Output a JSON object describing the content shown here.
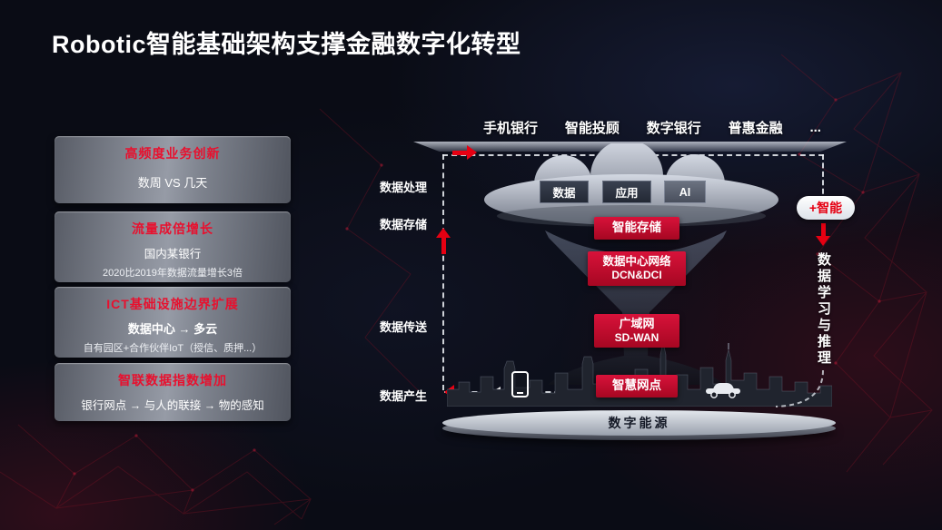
{
  "title": "Robotic智能基础架构支撑金融数字化转型",
  "panels": [
    {
      "header": "高频度业务创新",
      "line1": "数周 VS 几天"
    },
    {
      "header": "流量成倍增长",
      "line1": "国内某银行",
      "line2": "2020比2019年数据流量增长3倍"
    },
    {
      "header": "ICT基础设施边界扩展",
      "line1": "数据中心  →  多云",
      "line2": "自有园区+合作伙伴IoT（授信、质押...）"
    },
    {
      "header": "智联数据指数增加",
      "line1": "银行网点 → 与人的联接 → 物的感知"
    }
  ],
  "apps": {
    "items": [
      "手机银行",
      "智能投顾",
      "数字银行",
      "普惠金融",
      "..."
    ]
  },
  "cloud": {
    "boxes": [
      "数据",
      "应用",
      "AI"
    ]
  },
  "layers": {
    "storage": {
      "label": "智能存储"
    },
    "dc_network": {
      "label": "数据中心网络",
      "sub": "DCN&DCI"
    },
    "wan": {
      "label": "广域网",
      "sub": "SD-WAN"
    },
    "branch": {
      "label": "智慧网点"
    }
  },
  "stages": [
    "数据处理",
    "数据存储",
    "数据传送",
    "数据产生"
  ],
  "platform": {
    "label": "数字能源"
  },
  "badge": {
    "label": "+智能"
  },
  "right_text": "数据学习与推理",
  "colors": {
    "accent_red": "#e60012",
    "box_red": "#c5082c",
    "background": "#0a0c15"
  }
}
